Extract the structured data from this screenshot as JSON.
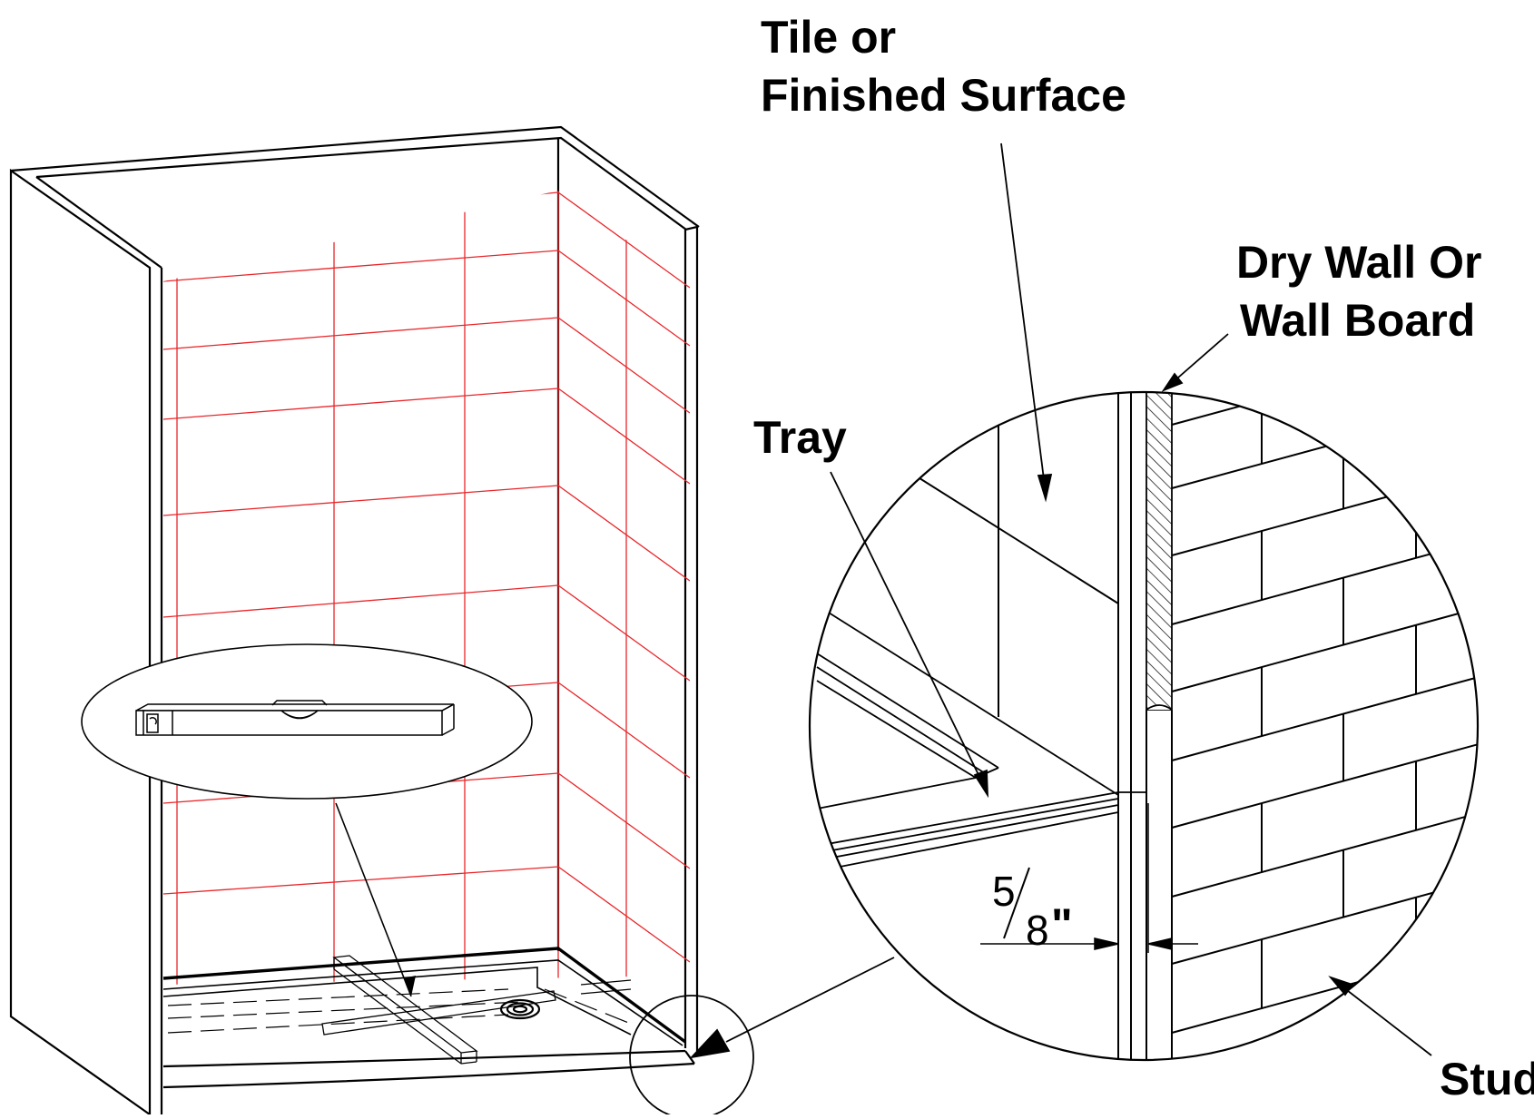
{
  "labels": {
    "tile_line1": "Tile or",
    "tile_line2": "Finished Surface",
    "drywall_line1": "Dry Wall Or",
    "drywall_line2": "Wall Board",
    "tray": "Tray",
    "stud": "Stud"
  },
  "dimension": {
    "numerator": "5",
    "denominator": "8",
    "unit": "\""
  },
  "colors": {
    "tile_grid": "#e8262a",
    "line": "#000000"
  }
}
